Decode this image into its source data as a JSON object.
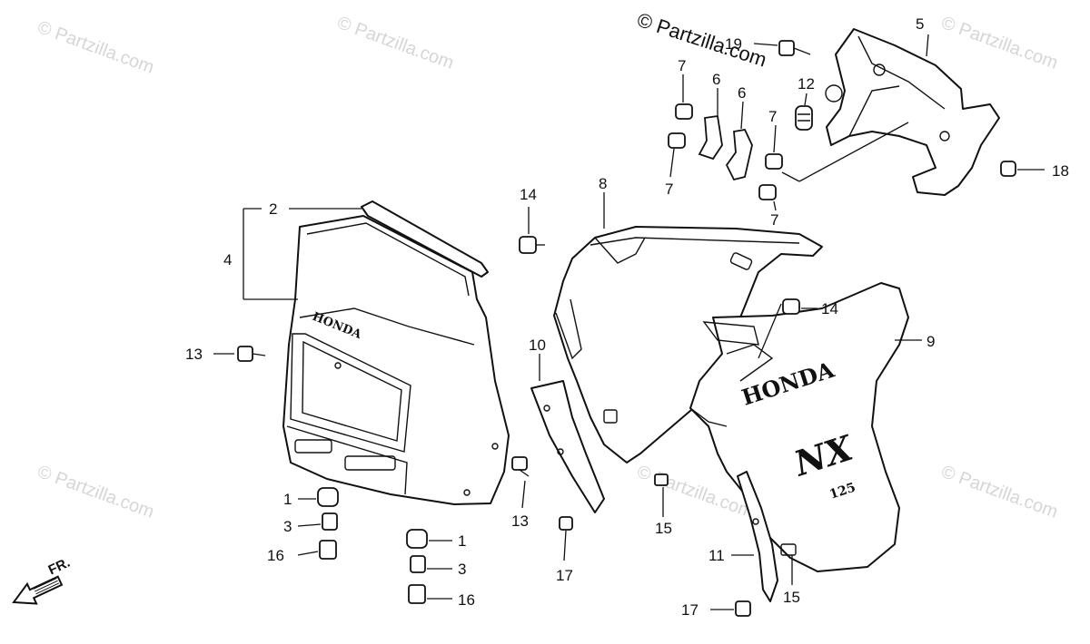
{
  "watermark": {
    "text": "© Partzilla.com",
    "main_text": "© Partzilla.com"
  },
  "orientation": {
    "label": "FR."
  },
  "branding": {
    "headlight_logo": "HONDA",
    "cowl_logo": "HONDA",
    "model_logo": "NX",
    "model_number": "125"
  },
  "callouts": [
    "1",
    "1",
    "2",
    "3",
    "3",
    "4",
    "5",
    "6",
    "6",
    "7",
    "7",
    "7",
    "7",
    "8",
    "9",
    "10",
    "11",
    "12",
    "13",
    "13",
    "14",
    "14",
    "15",
    "15",
    "16",
    "16",
    "17",
    "17",
    "18",
    "19"
  ]
}
